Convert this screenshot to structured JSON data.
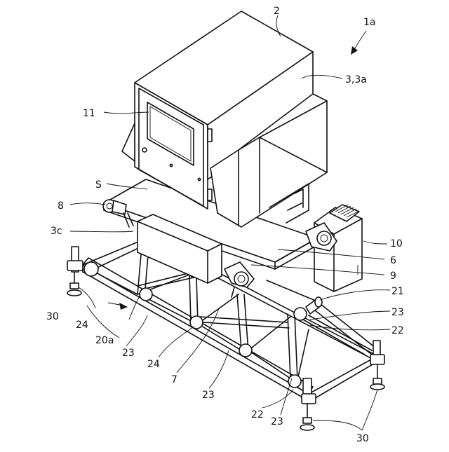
{
  "figure": {
    "labels": {
      "l_1a": "1a",
      "l_2": "2",
      "l_33a": "3,3a",
      "l_11": "11",
      "l_S": "S",
      "l_8": "8",
      "l_3c": "3c",
      "l_10": "10",
      "l_6": "6",
      "l_9": "9",
      "l_21": "21",
      "l_23_r": "23",
      "l_22_r": "22",
      "l_30_l": "30",
      "l_24_l": "24",
      "l_20a": "20a",
      "l_23_a": "23",
      "l_24_b": "24",
      "l_7": "7",
      "l_23_b": "23",
      "l_22_b": "22",
      "l_23_c": "23",
      "l_30_r": "30"
    }
  }
}
